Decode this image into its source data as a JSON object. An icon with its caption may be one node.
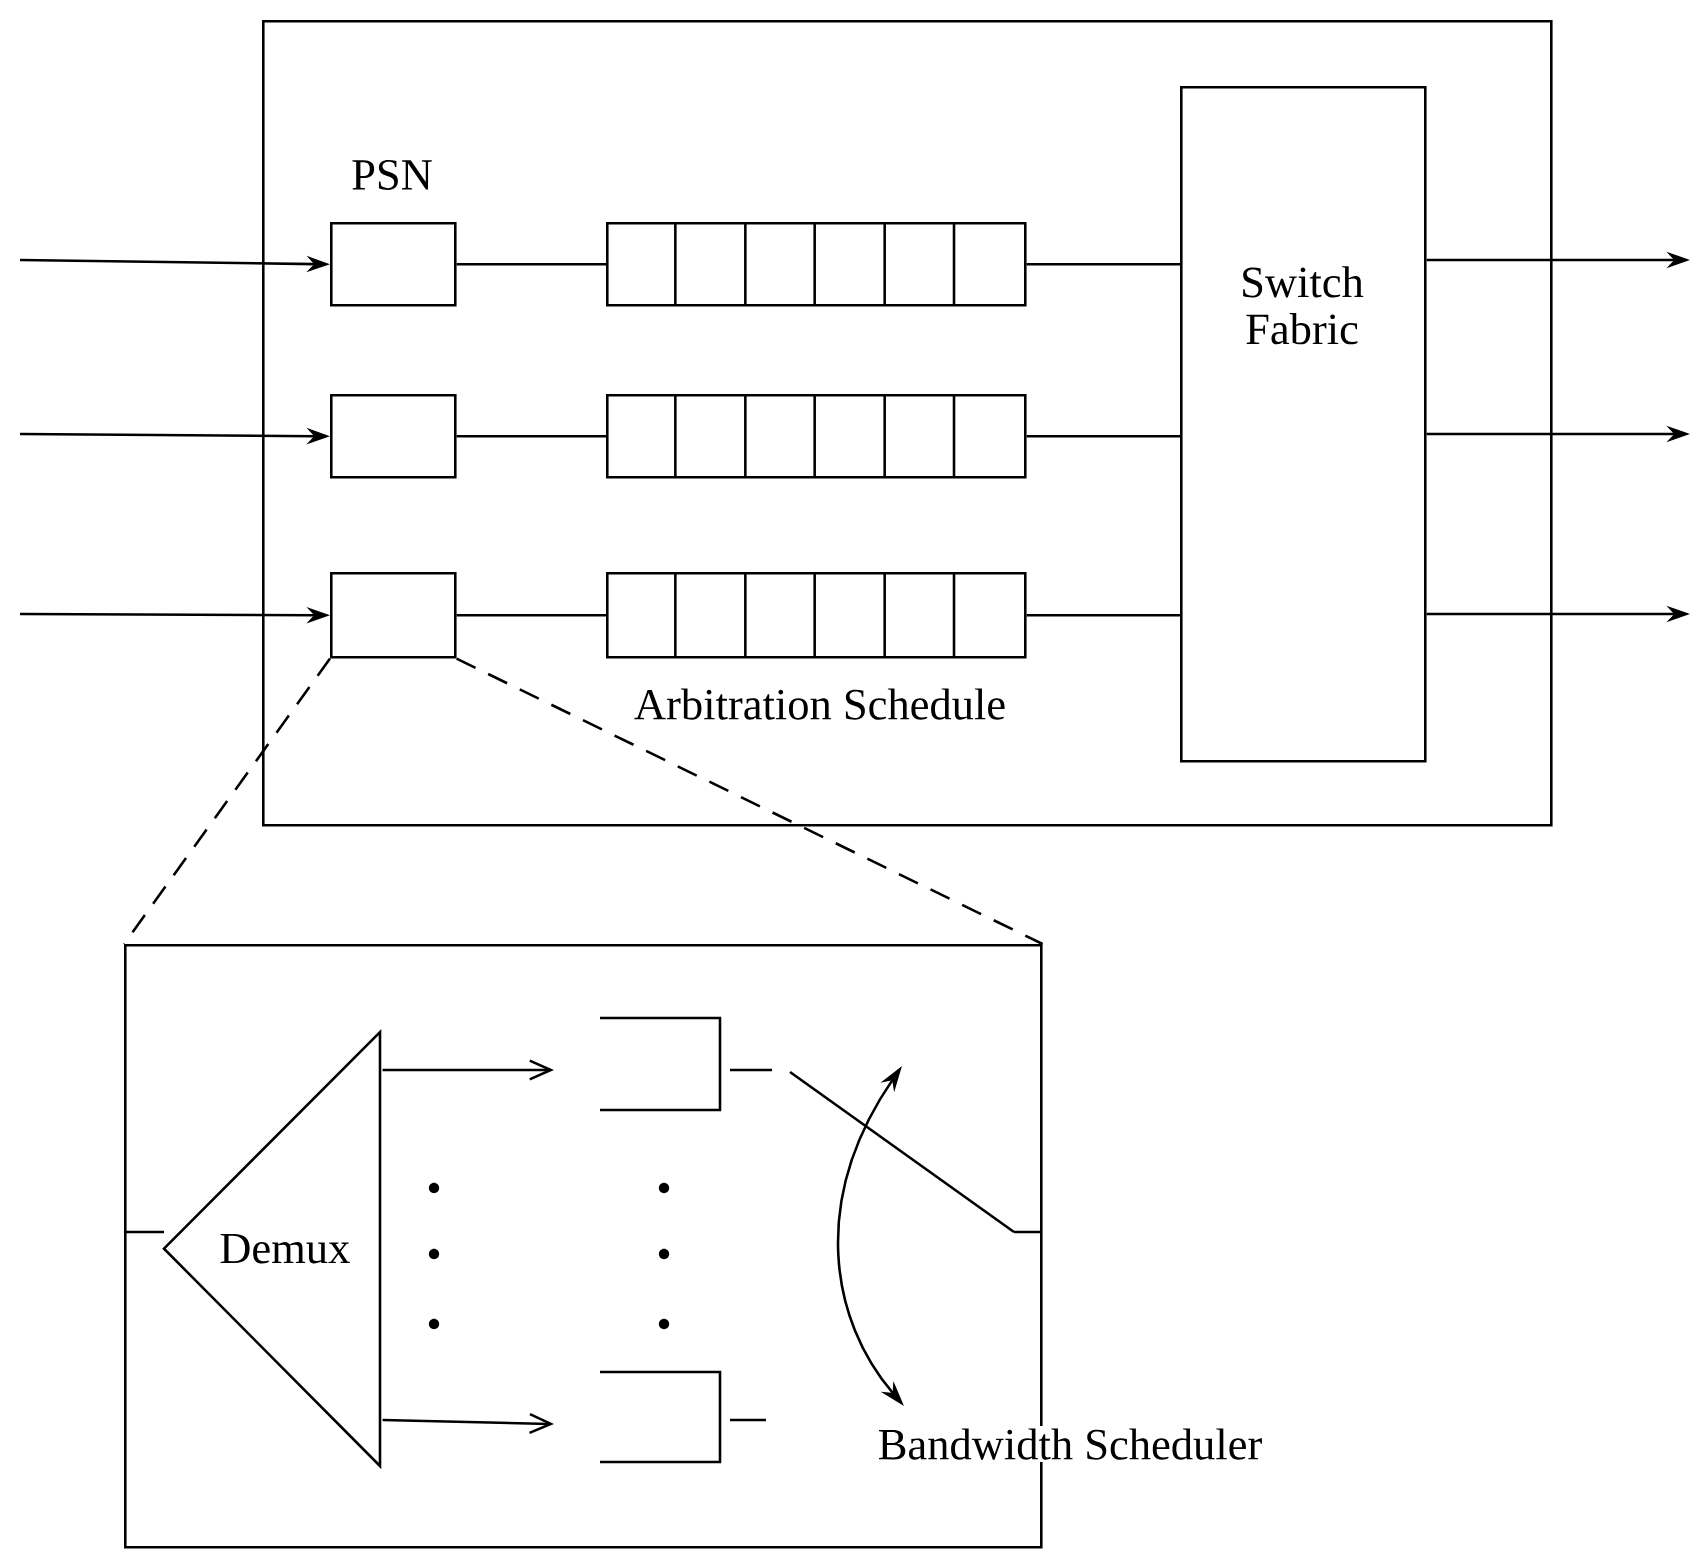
{
  "diagram": {
    "nodes": [
      {
        "text": [],
        "shape": "box"
      },
      {
        "text": [
          "PSN"
        ],
        "in": 0
      },
      {
        "text": [],
        "shape": "box",
        "in": 0
      },
      {
        "text": [],
        "shape": "box",
        "in": 0
      },
      {
        "text": [],
        "shape": "box",
        "in": 0
      },
      {
        "text": [],
        "shape": "box",
        "in": 0
      },
      {
        "text": [],
        "shape": "box",
        "in": 0
      },
      {
        "text": [
          "Switch Fabric"
        ],
        "in": 0
      },
      {
        "text": [],
        "shape": "box"
      },
      {
        "text": [
          "Demux"
        ],
        "in": 8
      },
      {
        "text": [],
        "shape": "box",
        "in": 8
      },
      {
        "text": [],
        "shape": "box",
        "in": 8
      }
    ],
    "edges": [
      {
        "from": null,
        "to": 1,
        "arrow": "to"
      },
      {
        "from": null,
        "to": 2,
        "arrow": "to"
      },
      {
        "from": null,
        "to": 3,
        "arrow": "to"
      },
      {
        "from": 1,
        "to": 4,
        "arrow": "none"
      },
      {
        "from": 2,
        "to": 5,
        "arrow": "none"
      },
      {
        "from": 3,
        "to": 6,
        "arrow": "none"
      },
      {
        "from": 4,
        "to": 7,
        "arrow": "none"
      },
      {
        "from": 5,
        "to": 7,
        "arrow": "none"
      },
      {
        "from": 6,
        "to": 7,
        "arrow": "none"
      },
      {
        "from": 7,
        "to": null,
        "arrow": "to"
      },
      {
        "from": 7,
        "to": null,
        "arrow": "to"
      },
      {
        "from": 7,
        "to": null,
        "arrow": "to"
      },
      {
        "from": 3,
        "to": 8,
        "arrow": "none",
        "style": "dashed"
      },
      {
        "from": 3,
        "to": 8,
        "arrow": "none",
        "style": "dashed"
      },
      {
        "from": 9,
        "to": 10,
        "arrow": "to"
      },
      {
        "from": 9,
        "to": 11,
        "arrow": "to"
      }
    ],
    "labels": [
      "Arbitration Schedule",
      "Bandwidth Scheduler"
    ]
  }
}
